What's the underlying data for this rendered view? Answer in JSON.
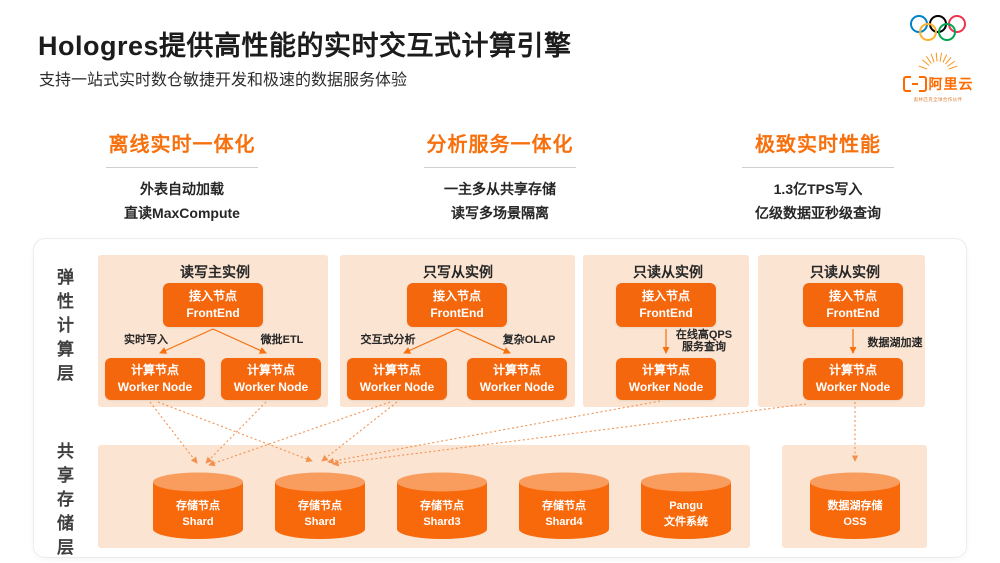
{
  "header": {
    "title": "Hologres提供高性能的实时交互式计算引擎",
    "subtitle": "支持一站式实时数仓敏捷开发和极速的数据服务体验"
  },
  "logo": {
    "brand": "阿里云",
    "tagline": "奥林匹克全球合作伙伴",
    "rings": [
      "#0081C8",
      "#000000",
      "#EE334E",
      "#FCB131",
      "#00A651"
    ]
  },
  "features": [
    {
      "title": "离线实时一体化",
      "lines": [
        "外表自动加载",
        "直读MaxCompute"
      ]
    },
    {
      "title": "分析服务一体化",
      "lines": [
        "一主多从共享存储",
        "读写多场景隔离"
      ]
    },
    {
      "title": "极致实时性能",
      "lines": [
        "1.3亿TPS写入",
        "亿级数据亚秒级查询"
      ]
    }
  ],
  "diagram": {
    "layers": [
      {
        "label": "弹性计算层"
      },
      {
        "label": "共享存储层"
      }
    ],
    "instances": [
      {
        "title": "读写主实例",
        "frontend": {
          "line1": "接入节点",
          "line2": "FrontEnd"
        },
        "edges": [
          {
            "label": "实时写入"
          },
          {
            "label": "微批ETL"
          }
        ],
        "workers": [
          {
            "line1": "计算节点",
            "line2": "Worker Node"
          },
          {
            "line1": "计算节点",
            "line2": "Worker Node"
          }
        ]
      },
      {
        "title": "只写从实例",
        "frontend": {
          "line1": "接入节点",
          "line2": "FrontEnd"
        },
        "edges": [
          {
            "label": "交互式分析"
          },
          {
            "label": "复杂OLAP"
          }
        ],
        "workers": [
          {
            "line1": "计算节点",
            "line2": "Worker Node"
          },
          {
            "line1": "计算节点",
            "line2": "Worker Node"
          }
        ]
      },
      {
        "title": "只读从实例",
        "frontend": {
          "line1": "接入节点",
          "line2": "FrontEnd"
        },
        "edges": [
          {
            "label": "在线高QPS",
            "label2": "服务查询"
          }
        ],
        "workers": [
          {
            "line1": "计算节点",
            "line2": "Worker Node"
          }
        ]
      },
      {
        "title": "只读从实例",
        "frontend": {
          "line1": "接入节点",
          "line2": "FrontEnd"
        },
        "edges": [
          {
            "label": "数据湖加速"
          }
        ],
        "workers": [
          {
            "line1": "计算节点",
            "line2": "Worker Node"
          }
        ]
      }
    ],
    "storage": [
      {
        "line1": "存储节点",
        "line2": "Shard"
      },
      {
        "line1": "存储节点",
        "line2": "Shard"
      },
      {
        "line1": "存储节点",
        "line2": "Shard3"
      },
      {
        "line1": "存储节点",
        "line2": "Shard4"
      },
      {
        "line1": "Pangu",
        "line2": "文件系统"
      },
      {
        "line1": "数据湖存储",
        "line2": "OSS"
      }
    ]
  },
  "colors": {
    "accent": "#F7700E",
    "logo": "#FF6A00",
    "box": "#F5670D",
    "panel": "#FBE4D2",
    "cyl": "#F8690B",
    "cylTop": "#F99D5F",
    "ink": "#262626",
    "divider": "#CFCFCF",
    "cardBorder": "#ECECEC",
    "dot": "#F2914E"
  }
}
